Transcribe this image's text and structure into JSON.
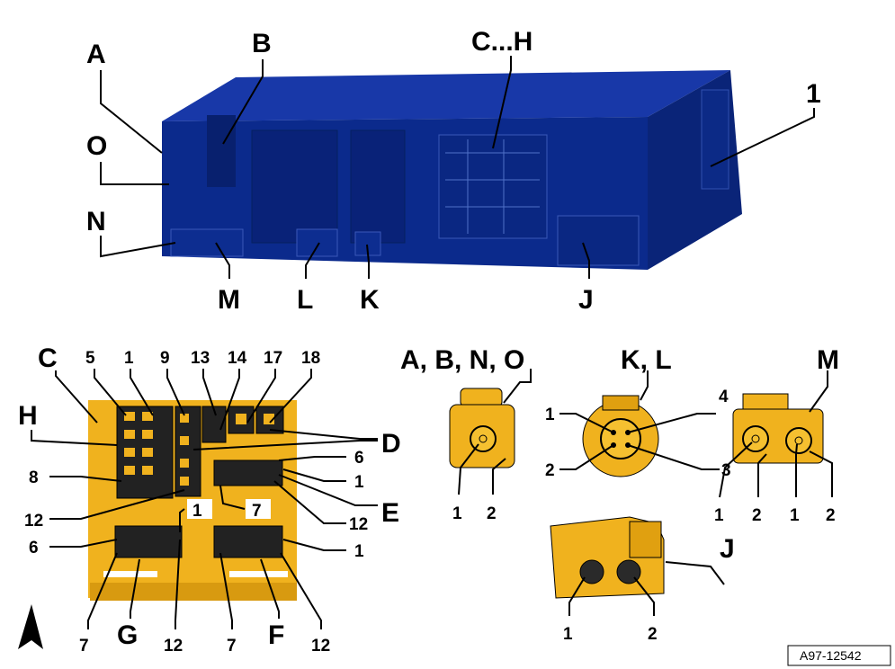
{
  "colors": {
    "housing": "#0b2a8c",
    "connector": "#f0b21e",
    "outline": "#000000"
  },
  "top_view": {
    "labels": {
      "A": "A",
      "O": "O",
      "N": "N",
      "B": "B",
      "CH": "C...H",
      "one": "1",
      "M": "M",
      "L": "L",
      "K": "K",
      "J": "J"
    }
  },
  "block_view": {
    "letters": {
      "C": "C",
      "H": "H",
      "D": "D",
      "E": "E",
      "G": "G",
      "F": "F"
    },
    "top_pins": [
      "5",
      "1",
      "9",
      "13",
      "14",
      "17",
      "18"
    ],
    "left_pins": {
      "p8": "8",
      "p12": "12",
      "p6": "6",
      "g7": "7",
      "g12": "12"
    },
    "right_pins": {
      "e6": "6",
      "e1": "1",
      "e12": "12",
      "f1": "1",
      "f7": "7",
      "f12": "12"
    },
    "box_labels": {
      "g1": "1",
      "e7": "7"
    },
    "north_icon": "north-arrow-icon"
  },
  "connectors": {
    "abno": {
      "title": "A, B, N, O",
      "pins": [
        "1",
        "2"
      ]
    },
    "kl": {
      "title": "K, L",
      "pins": [
        "1",
        "2",
        "3",
        "4"
      ]
    },
    "m": {
      "title": "M",
      "pins": [
        "1",
        "2",
        "1",
        "2"
      ]
    },
    "j": {
      "title": "J",
      "pins": [
        "1",
        "2"
      ]
    }
  },
  "reference": "A97-12542"
}
